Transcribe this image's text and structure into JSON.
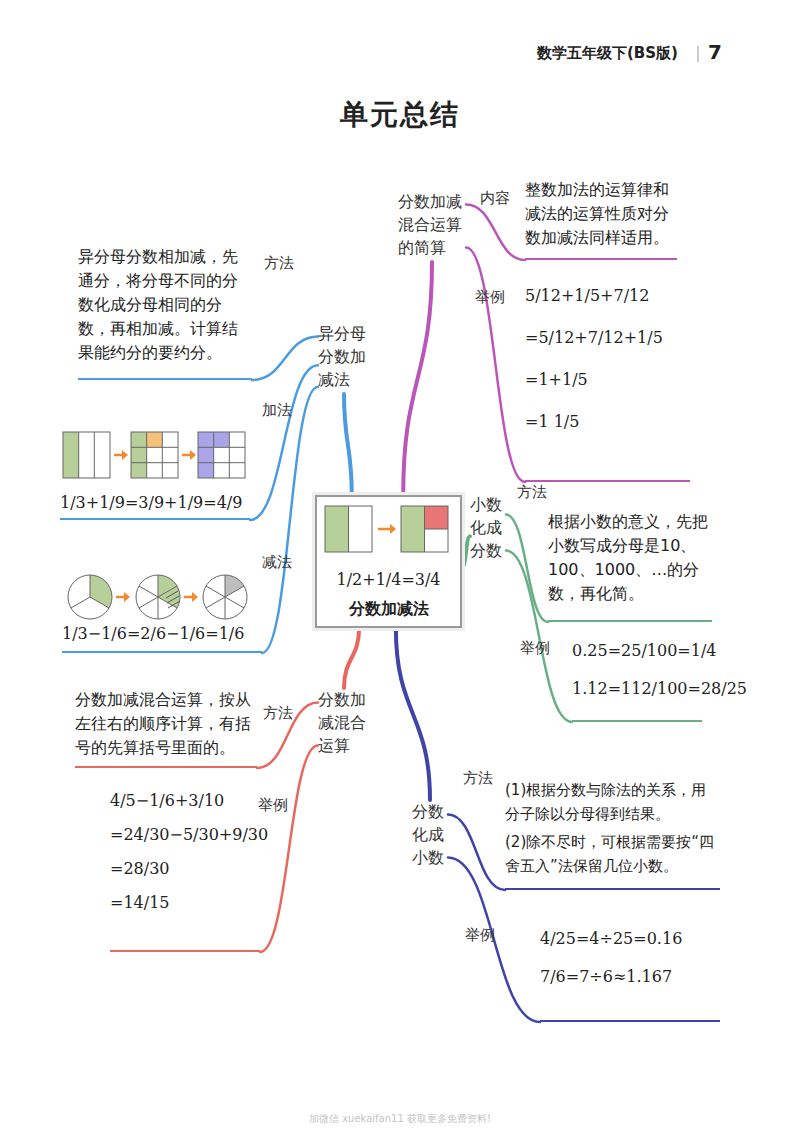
{
  "diagram": {
    "title": "单元总结",
    "nodes": [
      {
        "text": [
          "1/2+1/4=3/4",
          "分数加减法"
        ]
      },
      {
        "text": [
          "异分母分数加减法"
        ]
      },
      {
        "text": [
          "方法",
          "异分母分数相加减，先通分，将分母不同的分数化成分母相同的分数，再相加减。计算结果能约分的要约分。"
        ]
      },
      {
        "text": [
          "加法",
          "1/3+1/9=3/9+1/9=4/9"
        ]
      },
      {
        "text": [
          "减法",
          "1/3−1/6=2/6−1/6=1/6"
        ]
      },
      {
        "text": [
          "分数加减混合运算"
        ]
      },
      {
        "text": [
          "方法",
          "分数加减混合运算，按从左往右的顺序计算，有括号的先算括号里面的。"
        ]
      },
      {
        "text": [
          "举例",
          "4/5−1/6+3/10",
          "=24/30−5/30+9/30",
          "=28/30",
          "=14/15"
        ]
      },
      {
        "text": [
          "分数加减混合运算的简算"
        ]
      },
      {
        "text": [
          "内容",
          "整数加法的运算律和减法的运算性质对分数加减法同样适用。"
        ]
      },
      {
        "text": [
          "举例",
          "5/12+1/5+7/12",
          "=5/12+7/12+1/5",
          "=1+1/5",
          "=1 1/5"
        ]
      },
      {
        "text": [
          "小数化成分数"
        ]
      },
      {
        "text": [
          "方法",
          "根据小数的意义，先把小数写成分母是10、100、1000、…的分数，再化简。"
        ]
      },
      {
        "text": [
          "举例",
          "0.25=25/100=1/4",
          "1.12=112/100=28/25"
        ]
      },
      {
        "text": [
          "分数化成小数"
        ]
      },
      {
        "text": [
          "方法",
          "(1)根据分数与除法的关系，用分子除以分母得到结果。",
          "(2)除不尽时，可根据需要按“四舍五入”法保留几位小数。"
        ]
      },
      {
        "text": [
          "举例",
          "4/25=4÷25=0.16",
          "7/6=7÷6≈1.167"
        ]
      }
    ],
    "edges": [
      {
        "from": 0,
        "to": 1,
        "arrow": "none"
      },
      {
        "from": 0,
        "to": 5,
        "arrow": "none"
      },
      {
        "from": 0,
        "to": 8,
        "arrow": "none"
      },
      {
        "from": 0,
        "to": 11,
        "arrow": "none"
      },
      {
        "from": 0,
        "to": 14,
        "arrow": "none"
      },
      {
        "from": 1,
        "to": 2,
        "arrow": "none"
      },
      {
        "from": 1,
        "to": 3,
        "arrow": "none"
      },
      {
        "from": 1,
        "to": 4,
        "arrow": "none"
      },
      {
        "from": 5,
        "to": 6,
        "arrow": "none"
      },
      {
        "from": 5,
        "to": 7,
        "arrow": "none"
      },
      {
        "from": 8,
        "to": 9,
        "arrow": "none"
      },
      {
        "from": 8,
        "to": 10,
        "arrow": "none"
      },
      {
        "from": 11,
        "to": 12,
        "arrow": "none"
      },
      {
        "from": 11,
        "to": 13,
        "arrow": "none"
      },
      {
        "from": 14,
        "to": 15,
        "arrow": "none"
      },
      {
        "from": 14,
        "to": 16,
        "arrow": "none"
      }
    ],
    "labels": [
      "数学五年级下(BS版)",
      "7",
      "加微信 xuekaifan11 获取更多免费资料!"
    ]
  }
}
